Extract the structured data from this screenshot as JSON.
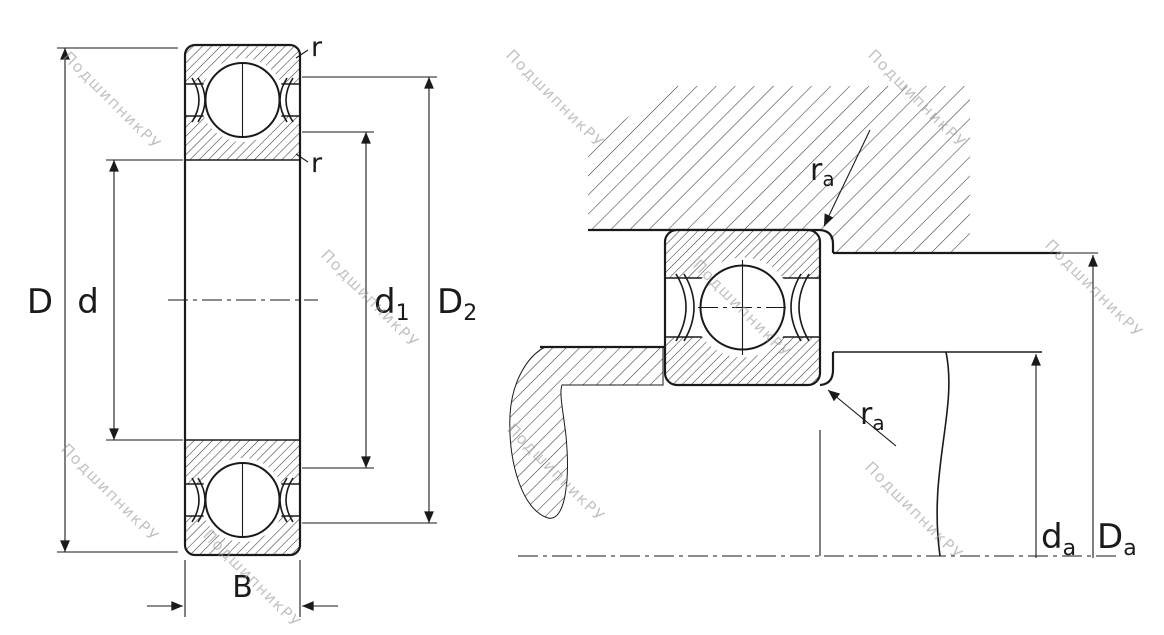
{
  "watermark": {
    "text": "ПодшипникРУ"
  },
  "labels": {
    "D": "D",
    "d": "d",
    "d1_base": "d",
    "d1_sub": "1",
    "D2_base": "D",
    "D2_sub": "2",
    "B": "B",
    "r_top": "r",
    "r_bottom": "r",
    "ra_top_base": "r",
    "ra_top_sub": "a",
    "ra_bottom_base": "r",
    "ra_bottom_sub": "a",
    "da_base": "d",
    "da_sub": "a",
    "Da_base": "D",
    "Da_sub": "a"
  }
}
